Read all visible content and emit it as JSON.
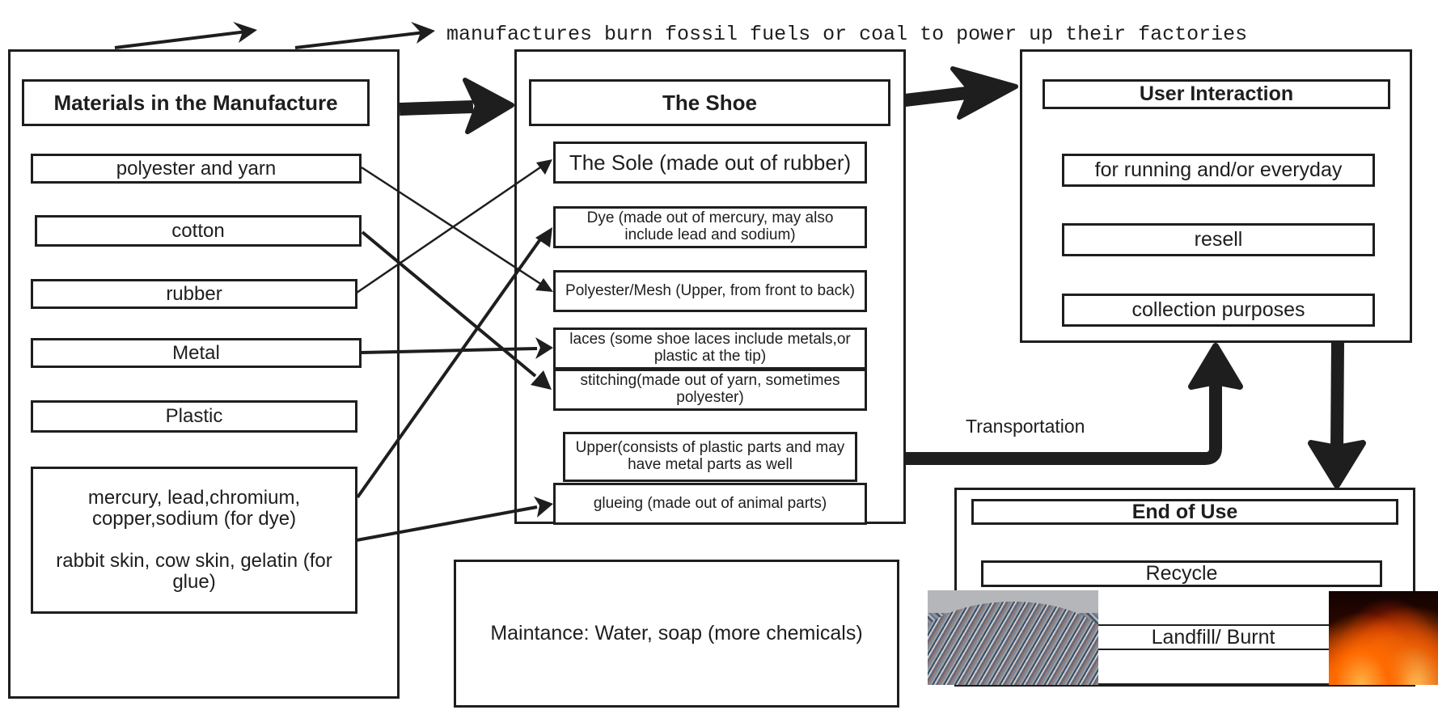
{
  "top_note": "manufactures burn fossil fuels or coal to power up their factories",
  "materials": {
    "title": "Materials in the Manufacture",
    "items": [
      "polyester and yarn",
      "cotton",
      "rubber",
      "Metal",
      "Plastic"
    ],
    "chemicals_dye": "mercury, lead,chromium, copper,sodium (for dye)",
    "chemicals_glue": "rabbit skin, cow skin, gelatin (for glue)"
  },
  "shoe": {
    "title": "The Shoe",
    "parts": [
      "The Sole (made out of rubber)",
      "Dye (made out of mercury, may also include lead and sodium)",
      "Polyester/Mesh (Upper, from front to back)",
      "laces (some shoe laces include metals,or plastic at the tip)",
      "stitching(made out of yarn, sometimes polyester)",
      "Upper(consists of plastic parts and may have metal parts as well",
      "glueing (made out of animal parts)"
    ]
  },
  "user_interaction": {
    "title": "User Interaction",
    "items": [
      "for running and/or everyday",
      "resell",
      "collection purposes"
    ]
  },
  "transportation_label": "Transportation",
  "maintenance": "Maintance: Water, soap (more chemicals)",
  "end_of_use": {
    "title": "End of Use",
    "recycle": "Recycle",
    "landfill": "Landfill/ Burnt",
    "images": [
      "landfill-photo",
      "fire-photo"
    ]
  },
  "connections": [
    {
      "from": "polyester and yarn",
      "to": "Polyester/Mesh"
    },
    {
      "from": "cotton",
      "to": "stitching"
    },
    {
      "from": "rubber",
      "to": "The Sole"
    },
    {
      "from": "Metal",
      "to": "laces"
    },
    {
      "from": "mercury, lead,chromium, copper,sodium",
      "to": "Dye"
    },
    {
      "from": "rabbit skin, cow skin, gelatin",
      "to": "glueing"
    },
    {
      "from": "Materials in the Manufacture",
      "to": "The Shoe"
    },
    {
      "from": "The Shoe",
      "to": "User Interaction"
    },
    {
      "from": "The Shoe",
      "to": "User Interaction",
      "label": "Transportation"
    },
    {
      "from": "User Interaction",
      "to": "End of Use"
    }
  ]
}
